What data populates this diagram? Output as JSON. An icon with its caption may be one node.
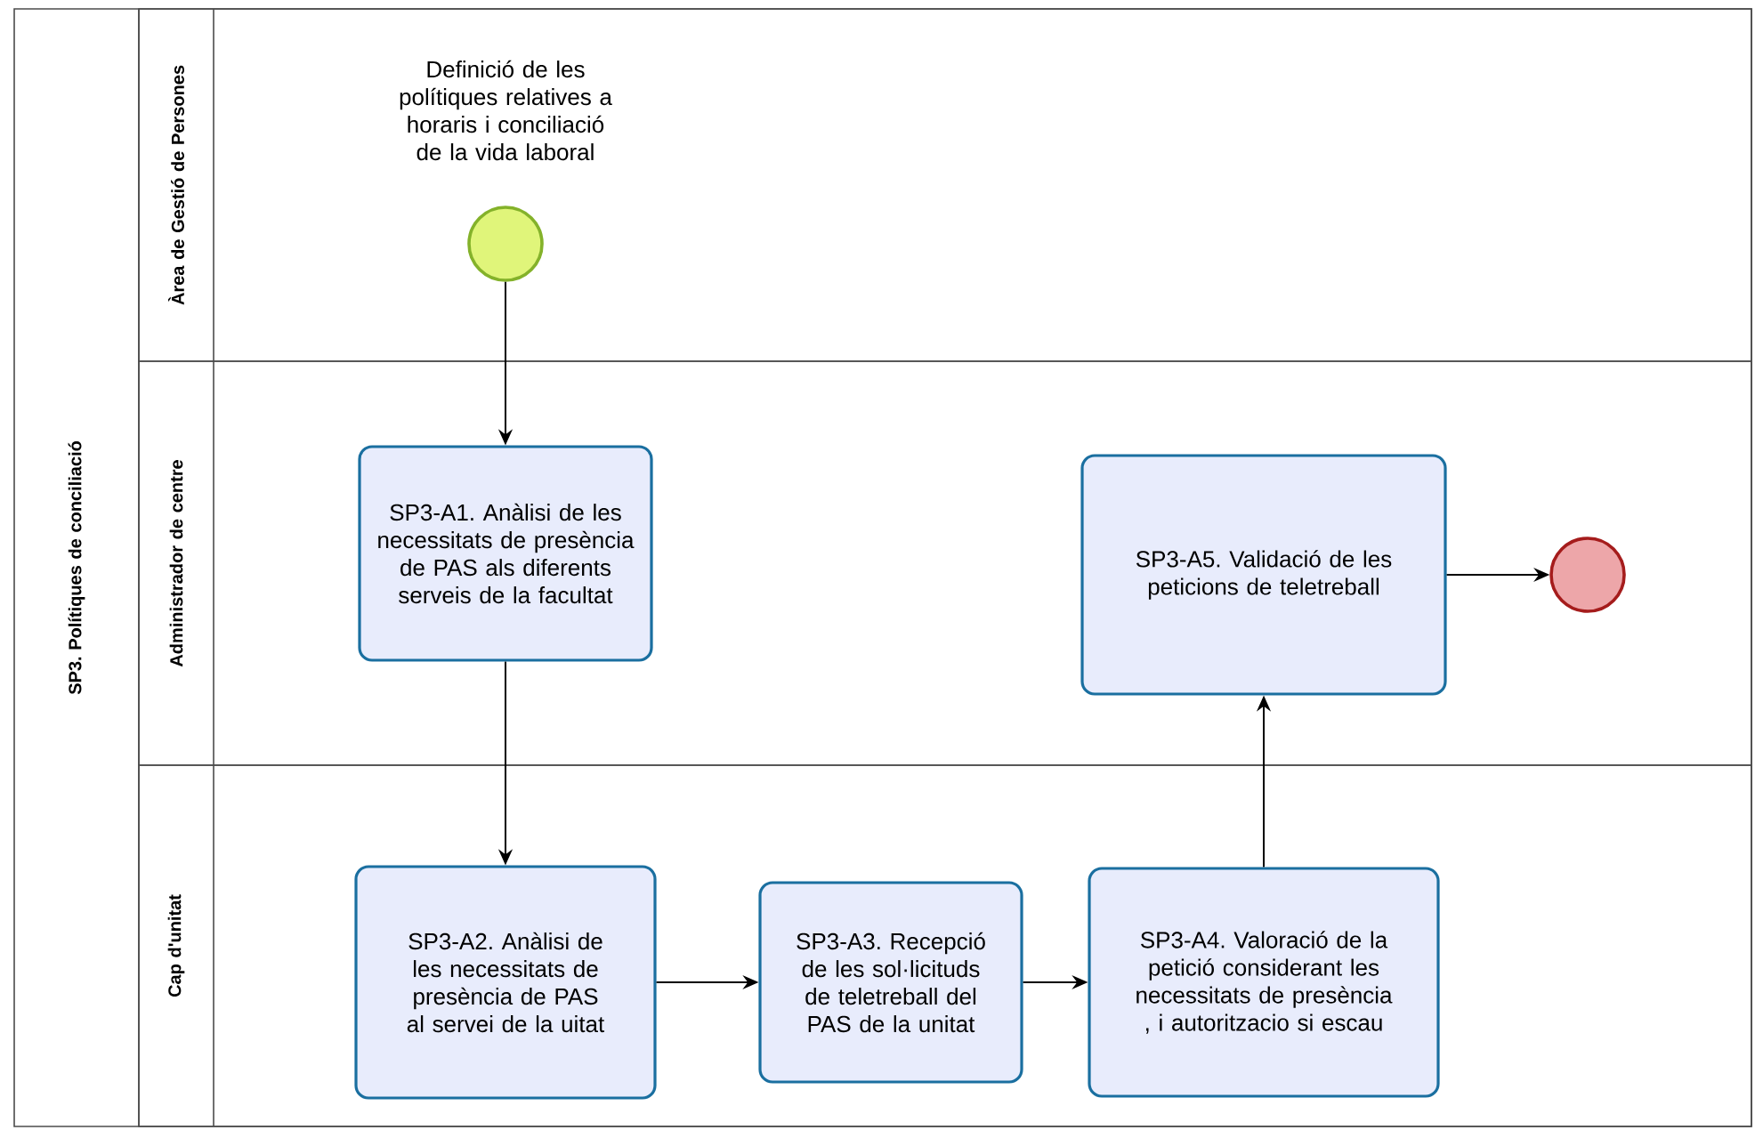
{
  "diagram": {
    "nodes": [
      {
        "text": [
          "SP3. Polítiques de conciliació"
        ]
      },
      {
        "text": [
          "Àrea de Gestió de Persones"
        ],
        "in": 0
      },
      {
        "text": [
          "Administrador de centre"
        ],
        "in": 0
      },
      {
        "text": [
          "Cap d'unitat"
        ],
        "in": 0
      },
      {
        "text": [],
        "shape": "circle",
        "beside": [
          "Definició de les polítiques relatives a horaris i conciliació de la vida laboral"
        ],
        "in": 1
      },
      {
        "text": [
          "SP3-A1. Anàlisi de les necessitats de presència de PAS als diferents serveis de la facultat"
        ],
        "in": 2
      },
      {
        "text": [
          "SP3-A5. Validació de les peticions de teletreball"
        ],
        "in": 2
      },
      {
        "text": [],
        "shape": "circle",
        "in": 2
      },
      {
        "text": [
          "SP3-A2. Anàlisi de les necessitats de presència de PAS al servei de la uitat"
        ],
        "in": 3
      },
      {
        "text": [
          "SP3-A3. Recepció de les sol·licituds de teletreball del PAS de la unitat"
        ],
        "in": 3
      },
      {
        "text": [
          "SP3-A4. Valoració de la petició considerant les necessitats de presència , i autoritzacio si escau"
        ],
        "in": 3
      }
    ],
    "edges": [
      {
        "from": 4,
        "to": 5,
        "arrow": "to"
      },
      {
        "from": 5,
        "to": 8,
        "arrow": "to"
      },
      {
        "from": 8,
        "to": 9,
        "arrow": "to"
      },
      {
        "from": 9,
        "to": 10,
        "arrow": "to"
      },
      {
        "from": 10,
        "to": 6,
        "arrow": "to"
      },
      {
        "from": 6,
        "to": 7,
        "arrow": "to"
      }
    ]
  }
}
